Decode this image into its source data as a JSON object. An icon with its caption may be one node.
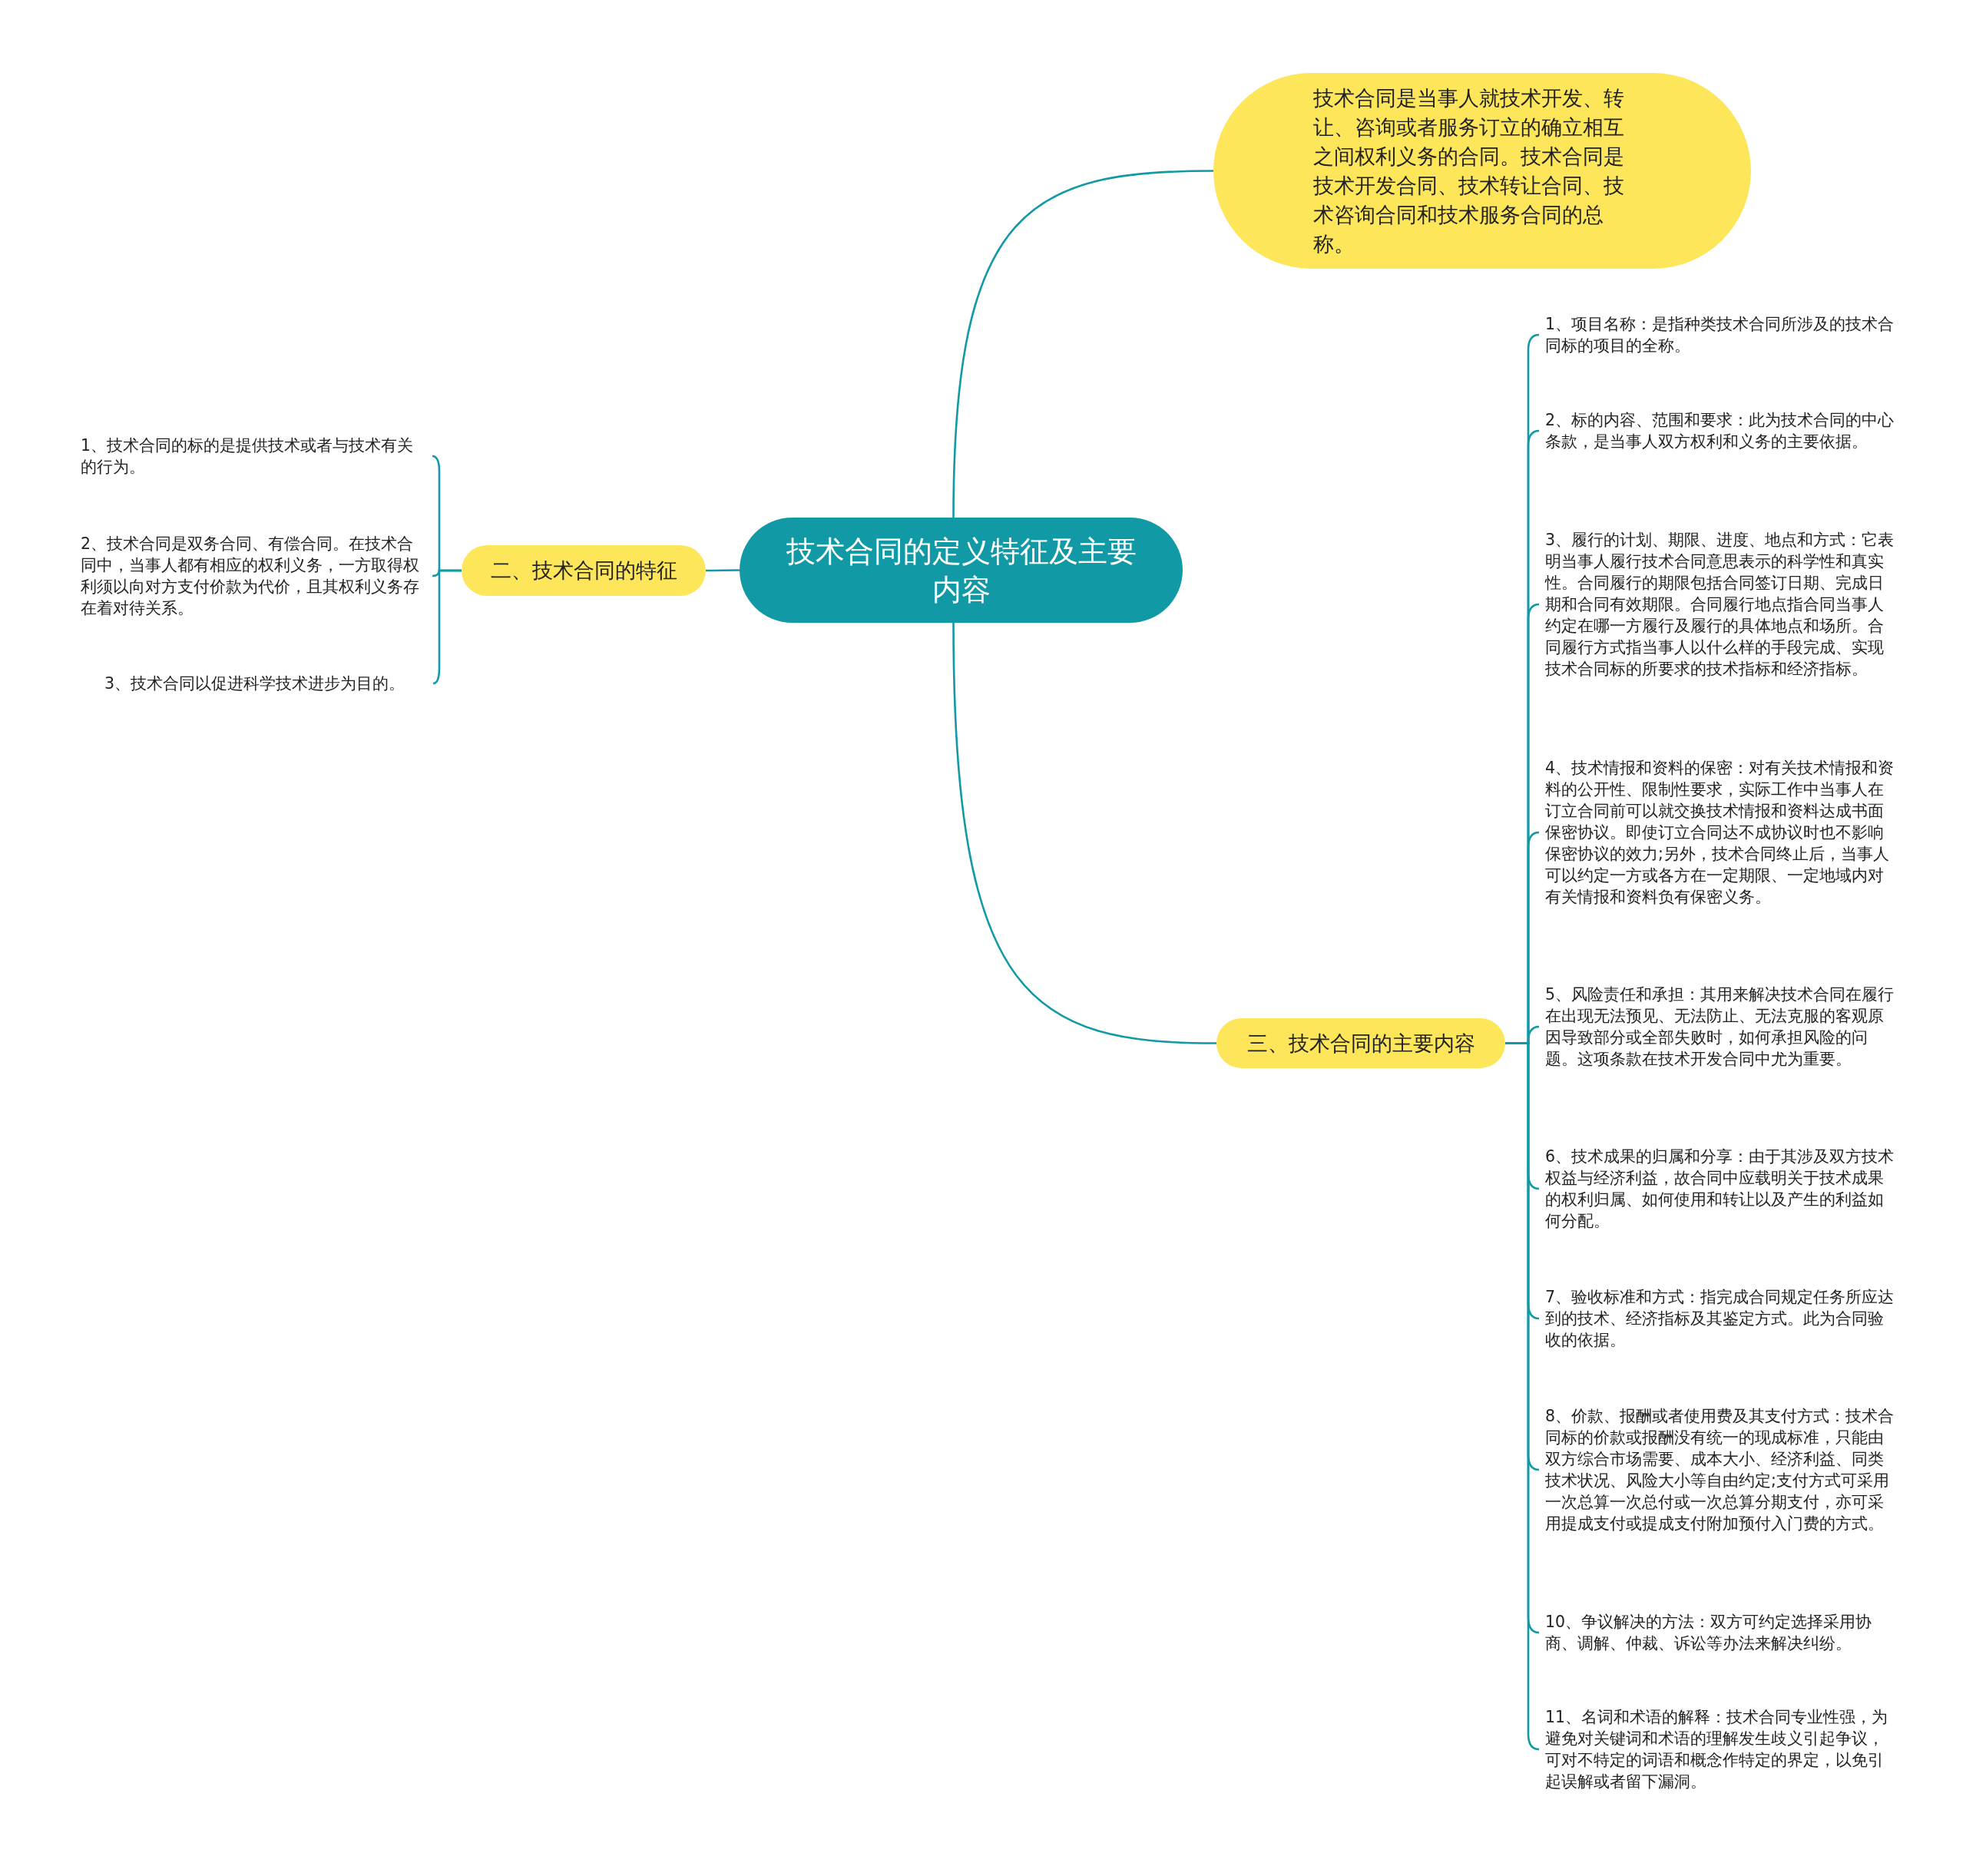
{
  "diagram": {
    "nodes": [
      {
        "text": [
          "技术合同的定义特征及主要内容"
        ]
      },
      {
        "text": [
          "技术合同是当事人就技术开发、转让、咨询或者服务订立的确立相互之间权利义务的合同。技术合同是技术开发合同、技术转让合同、技术咨询合同和技术服务合同的总称。"
        ]
      },
      {
        "text": [
          "二、技术合同的特征"
        ]
      },
      {
        "text": [
          "1、技术合同的标的是提供技术或者与技术有关的行为。"
        ]
      },
      {
        "text": [
          "2、技术合同是双务合同、有偿合同。在技术合同中，当事人都有相应的权利义务，一方取得权利须以向对方支付价款为代价，且其权利义务存在着对待关系。"
        ]
      },
      {
        "text": [
          "3、技术合同以促进科学技术进步为目的。"
        ]
      },
      {
        "text": [
          "三、技术合同的主要内容"
        ]
      },
      {
        "text": [
          "1、项目名称：是指种类技术合同所涉及的技术合同标的项目的全称。"
        ]
      },
      {
        "text": [
          "2、标的内容、范围和要求：此为技术合同的中心条款，是当事人双方权利和义务的主要依据。"
        ]
      },
      {
        "text": [
          "3、履行的计划、期限、进度、地点和方式：它表明当事人履行技术合同意思表示的科学性和真实性。合同履行的期限包括合同签订日期、完成日期和合同有效期限。合同履行地点指合同当事人约定在哪一方履行及履行的具体地点和场所。合同履行方式指当事人以什么样的手段完成、实现技术合同标的所要求的技术指标和经济指标。"
        ]
      },
      {
        "text": [
          "4、技术情报和资料的保密：对有关技术情报和资料的公开性、限制性要求，实际工作中当事人在订立合同前可以就交换技术情报和资料达成书面保密协议。即使订立合同达不成协议时也不影响保密协议的效力;另外，技术合同终止后，当事人可以约定一方或各方在一定期限、一定地域内对有关情报和资料负有保密义务。"
        ]
      },
      {
        "text": [
          "5、风险责任和承担：其用来解决技术合同在履行在出现无法预见、无法防止、无法克服的客观原因导致部分或全部失败时，如何承担风险的问题。这项条款在技术开发合同中尤为重要。"
        ]
      },
      {
        "text": [
          "6、技术成果的归属和分享：由于其涉及双方技术权益与经济利益，故合同中应载明关于技术成果的权利归属、如何使用和转让以及产生的利益如何分配。"
        ]
      },
      {
        "text": [
          "7、验收标准和方式：指完成合同规定任务所应达到的技术、经济指标及其鉴定方式。此为合同验收的依据。"
        ]
      },
      {
        "text": [
          "8、价款、报酬或者使用费及其支付方式：技术合同标的价款或报酬没有统一的现成标准，只能由双方综合市场需要、成本大小、经济利益、同类技术状况、风险大小等自由约定;支付方式可采用一次总算一次总付或一次总算分期支付，亦可采用提成支付或提成支付附加预付入门费的方式。"
        ]
      },
      {
        "text": [
          "10、争议解决的方法：双方可约定选择采用协商、调解、仲裁、诉讼等办法来解决纠纷。"
        ]
      },
      {
        "text": [
          "11、名词和术语的解释：技术合同专业性强，为避免对关键词和术语的理解发生歧义引起争议，可对不特定的词语和概念作特定的界定，以免引起误解或者留下漏洞。"
        ]
      }
    ],
    "edges": [
      {
        "from": 0,
        "to": 1,
        "arrow": "none"
      },
      {
        "from": 0,
        "to": 2,
        "arrow": "none"
      },
      {
        "from": 2,
        "to": 3,
        "arrow": "none"
      },
      {
        "from": 2,
        "to": 4,
        "arrow": "none"
      },
      {
        "from": 2,
        "to": 5,
        "arrow": "none"
      },
      {
        "from": 0,
        "to": 6,
        "arrow": "none"
      },
      {
        "from": 6,
        "to": 7,
        "arrow": "none"
      },
      {
        "from": 6,
        "to": 8,
        "arrow": "none"
      },
      {
        "from": 6,
        "to": 9,
        "arrow": "none"
      },
      {
        "from": 6,
        "to": 10,
        "arrow": "none"
      },
      {
        "from": 6,
        "to": 11,
        "arrow": "none"
      },
      {
        "from": 6,
        "to": 12,
        "arrow": "none"
      },
      {
        "from": 6,
        "to": 13,
        "arrow": "none"
      },
      {
        "from": 6,
        "to": 14,
        "arrow": "none"
      },
      {
        "from": 6,
        "to": 15,
        "arrow": "none"
      },
      {
        "from": 6,
        "to": 16,
        "arrow": "none"
      }
    ]
  }
}
